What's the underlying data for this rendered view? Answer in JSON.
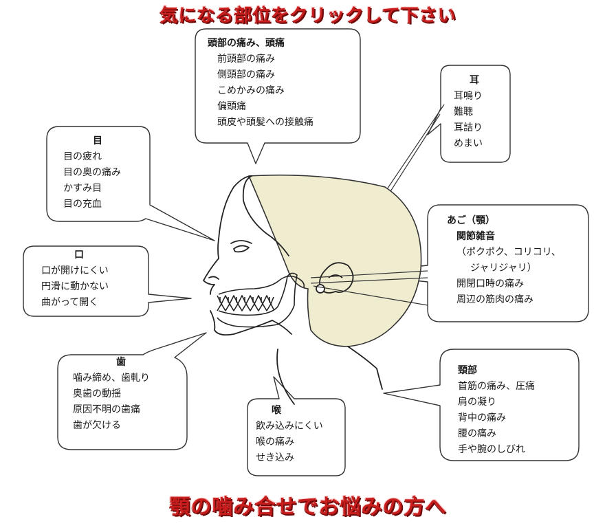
{
  "banner_top": "気になる部位をクリックして下さい",
  "banner_bottom": "顎の噛み合せでお悩みの方へ",
  "callouts": {
    "head": {
      "title": "頭部の痛み、頭痛",
      "items": [
        "前頭部の痛み",
        "側頭部の痛み",
        "こめかみの痛み",
        "偏頭痛",
        "頭皮や頭髪への接触痛"
      ]
    },
    "ear": {
      "title": "耳",
      "items": [
        "耳鳴り",
        "難聴",
        "耳詰り",
        "めまい"
      ]
    },
    "eye": {
      "title": "目",
      "items": [
        "目の疲れ",
        "目の奥の痛み",
        "かすみ目",
        "目の充血"
      ]
    },
    "jaw": {
      "title": "あご（顎）",
      "items": [
        "関節雑音",
        "（ポクポク、コリコリ、",
        "ジャリジャリ）",
        "開閉口時の痛み",
        "周辺の筋肉の痛み"
      ]
    },
    "mouth": {
      "title": "口",
      "items": [
        "口が開けにくい",
        "円滑に動かない",
        "曲がって開く"
      ]
    },
    "teeth": {
      "title": "歯",
      "items": [
        "噛み締め、歯軋り",
        "奥歯の動揺",
        "原因不明の歯痛",
        "歯が欠ける"
      ]
    },
    "neck": {
      "title": "頸部",
      "items": [
        "首筋の痛み、圧痛",
        "肩の凝り",
        "背中の痛み",
        "腰の痛み",
        "手や腕のしびれ"
      ]
    },
    "throat": {
      "title": "喉",
      "items": [
        "飲み込みにくい",
        "喉の痛み",
        "せき込み"
      ]
    }
  },
  "colors": {
    "banner_red": "#c81d1d",
    "highlight": "#efeccf",
    "ink": "#1a1a1a"
  }
}
